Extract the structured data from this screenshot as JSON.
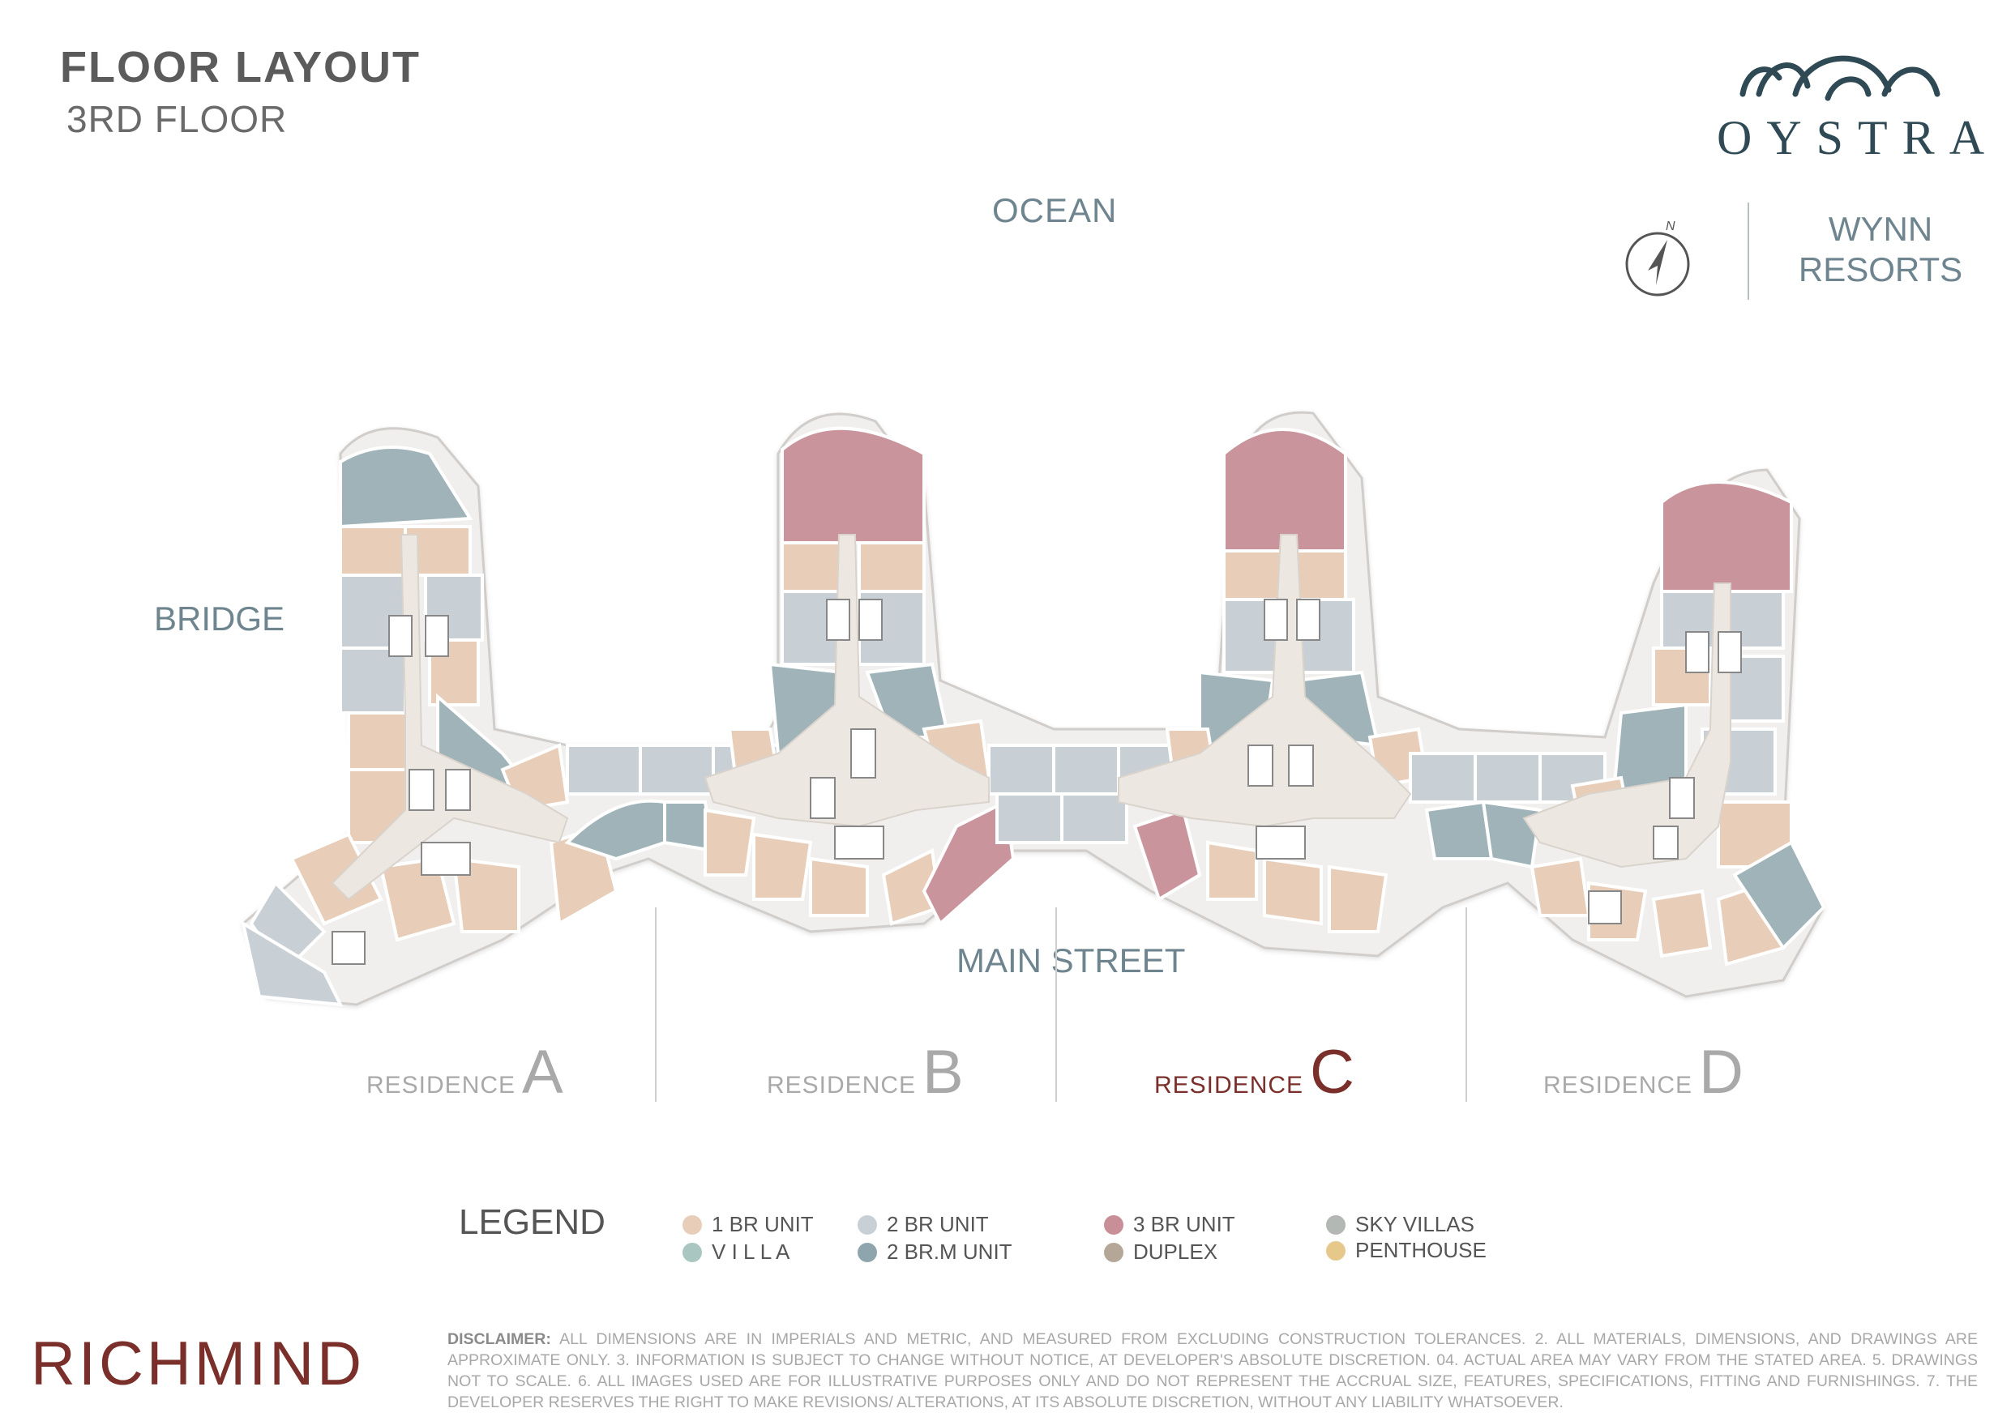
{
  "header": {
    "title": "FLOOR LAYOUT",
    "subtitle": "3RD FLOOR"
  },
  "brand": {
    "logo_text": "OYSTRA",
    "partner": [
      "WYNN",
      "RESORTS"
    ],
    "logo_color": "#2f4a55",
    "logo_icon": "oystra-wave-logo"
  },
  "compass": {
    "label": "N",
    "icon": "north-arrow-icon"
  },
  "orientation_labels": {
    "top": "OCEAN",
    "left": "BRIDGE",
    "bottom": "MAIN STREET"
  },
  "residences": [
    {
      "label": "RESIDENCE",
      "letter": "A",
      "active": false
    },
    {
      "label": "RESIDENCE",
      "letter": "B",
      "active": false
    },
    {
      "label": "RESIDENCE",
      "letter": "C",
      "active": true
    },
    {
      "label": "RESIDENCE",
      "letter": "D",
      "active": false
    }
  ],
  "legend": {
    "title": "LEGEND",
    "items": [
      {
        "label": "1 BR UNIT",
        "color": "#e8cdb8"
      },
      {
        "label": "V I L L A",
        "color": "#a9c6c0"
      },
      {
        "label": "2 BR UNIT",
        "color": "#c9d0d5"
      },
      {
        "label": "2 BR.M UNIT",
        "color": "#8fa5ad"
      },
      {
        "label": "3 BR UNIT",
        "color": "#c98f98"
      },
      {
        "label": "DUPLEX",
        "color": "#b5a797"
      },
      {
        "label": "SKY VILLAS",
        "color": "#b4b8b4"
      },
      {
        "label": "PENTHOUSE",
        "color": "#e6c98a"
      }
    ]
  },
  "colors": {
    "unit_1br": "#e8cdb8",
    "unit_2br": "#c9d0d5",
    "unit_2brm": "#9fb3b9",
    "unit_3br": "#c9949c",
    "corridor": "#ece7e1",
    "outline": "#d9d7d5",
    "accent": "#7a2f2a"
  },
  "footer": {
    "company": "RICHMIND",
    "disclaimer_label": "DISCLAIMER:",
    "disclaimer_text": " ALL DIMENSIONS ARE IN IMPERIALS AND METRIC, AND MEASURED FROM EXCLUDING CONSTRUCTION TOLERANCES. 2. ALL MATERIALS, DIMENSIONS, AND DRAWINGS ARE APPROXIMATE ONLY. 3. INFORMATION IS SUBJECT TO CHANGE WITHOUT NOTICE, AT DEVELOPER'S ABSOLUTE DISCRETION. 04. ACTUAL AREA MAY VARY FROM THE STATED AREA. 5. DRAWINGS NOT TO SCALE. 6. ALL IMAGES USED ARE FOR ILLUSTRATIVE PURPOSES ONLY AND DO NOT REPRESENT THE ACCRUAL SIZE, FEATURES, SPECIFICATIONS, FITTING AND FURNISHINGS. 7. THE DEVELOPER RESERVES THE RIGHT TO MAKE REVISIONS/ ALTERATIONS, AT ITS ABSOLUTE DISCRETION, WITHOUT ANY LIABILITY WHATSOEVER."
  }
}
